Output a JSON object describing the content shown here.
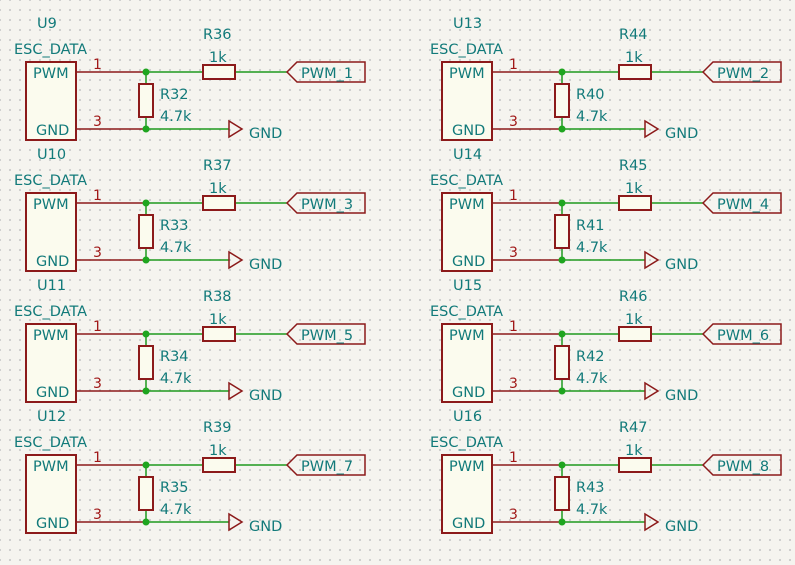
{
  "channels": [
    {
      "u_ref": "U9",
      "u_value": "ESC_DATA",
      "pin_top": "PWM",
      "pin_bot": "GND",
      "pin1": "1",
      "pin3": "3",
      "r_series": "R36",
      "r_series_val": "1k",
      "r_pull": "R32",
      "r_pull_val": "4.7k",
      "label": "PWM_1",
      "gnd": "GND"
    },
    {
      "u_ref": "U13",
      "u_value": "ESC_DATA",
      "pin_top": "PWM",
      "pin_bot": "GND",
      "pin1": "1",
      "pin3": "3",
      "r_series": "R44",
      "r_series_val": "1k",
      "r_pull": "R40",
      "r_pull_val": "4.7k",
      "label": "PWM_2",
      "gnd": "GND"
    },
    {
      "u_ref": "U10",
      "u_value": "ESC_DATA",
      "pin_top": "PWM",
      "pin_bot": "GND",
      "pin1": "1",
      "pin3": "3",
      "r_series": "R37",
      "r_series_val": "1k",
      "r_pull": "R33",
      "r_pull_val": "4.7k",
      "label": "PWM_3",
      "gnd": "GND"
    },
    {
      "u_ref": "U14",
      "u_value": "ESC_DATA",
      "pin_top": "PWM",
      "pin_bot": "GND",
      "pin1": "1",
      "pin3": "3",
      "r_series": "R45",
      "r_series_val": "1k",
      "r_pull": "R41",
      "r_pull_val": "4.7k",
      "label": "PWM_4",
      "gnd": "GND"
    },
    {
      "u_ref": "U11",
      "u_value": "ESC_DATA",
      "pin_top": "PWM",
      "pin_bot": "GND",
      "pin1": "1",
      "pin3": "3",
      "r_series": "R38",
      "r_series_val": "1k",
      "r_pull": "R34",
      "r_pull_val": "4.7k",
      "label": "PWM_5",
      "gnd": "GND"
    },
    {
      "u_ref": "U15",
      "u_value": "ESC_DATA",
      "pin_top": "PWM",
      "pin_bot": "GND",
      "pin1": "1",
      "pin3": "3",
      "r_series": "R46",
      "r_series_val": "1k",
      "r_pull": "R42",
      "r_pull_val": "4.7k",
      "label": "PWM_6",
      "gnd": "GND"
    },
    {
      "u_ref": "U12",
      "u_value": "ESC_DATA",
      "pin_top": "PWM",
      "pin_bot": "GND",
      "pin1": "1",
      "pin3": "3",
      "r_series": "R39",
      "r_series_val": "1k",
      "r_pull": "R35",
      "r_pull_val": "4.7k",
      "label": "PWM_7",
      "gnd": "GND"
    },
    {
      "u_ref": "U16",
      "u_value": "ESC_DATA",
      "pin_top": "PWM",
      "pin_bot": "GND",
      "pin1": "1",
      "pin3": "3",
      "r_series": "R47",
      "r_series_val": "1k",
      "r_pull": "R43",
      "r_pull_val": "4.7k",
      "label": "PWM_8",
      "gnd": "GND"
    }
  ],
  "colors": {
    "background": "#f5f4ef",
    "component": "#8c1a1a",
    "wire": "#1f9a1f",
    "text": "#127a7a",
    "pin_number": "#a01818"
  }
}
